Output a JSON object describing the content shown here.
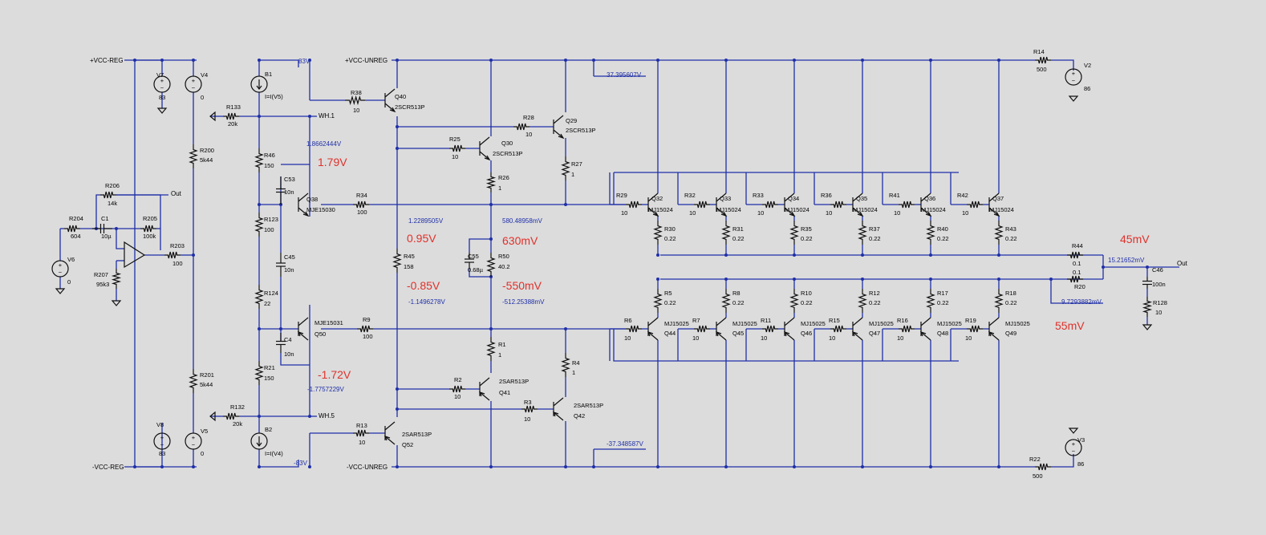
{
  "rails": {
    "vcc_reg_pos": "+VCC-REG",
    "vcc_reg_neg": "-VCC-REG",
    "vcc_unreg_pos": "+VCC-UNREG",
    "vcc_unreg_neg": "-VCC-UNREG",
    "out1": "Out",
    "out2": "Out",
    "wh1": "WH.1",
    "wh5": "WH.5"
  },
  "node_voltages": {
    "v83": "83V",
    "vm83": "-83V",
    "n1": "37.395607V",
    "n2": "-37.348587V",
    "n3": "1.8662444V",
    "n4": "1.2289505V",
    "n5": "580.48958mV",
    "n6": "-1.1496278V",
    "n7": "-512.25388mV",
    "n8": "-1.7757229V",
    "n9": "15.21652mV",
    "n10": "9.7293882mV"
  },
  "annotations": {
    "a1": "1.79V",
    "a2": "0.95V",
    "a3": "630mV",
    "a4": "-0.85V",
    "a5": "-550mV",
    "a6": "-1.72V",
    "a7": "45mV",
    "a8": "55mV"
  },
  "sources": {
    "V7": {
      "name": "V7",
      "value": "83"
    },
    "V4": {
      "name": "V4",
      "value": "0"
    },
    "V8": {
      "name": "V8",
      "value": "83"
    },
    "V5": {
      "name": "V5",
      "value": "0"
    },
    "V6": {
      "name": "V6",
      "value": "0"
    },
    "V2": {
      "name": "V2",
      "value": "86"
    },
    "V3": {
      "name": "V3",
      "value": "86"
    },
    "B1": {
      "name": "B1",
      "value": "I=I(V5)"
    },
    "B2": {
      "name": "B2",
      "value": "I=I(V4)"
    }
  },
  "resistors": {
    "R133": {
      "name": "R133",
      "value": "20k"
    },
    "R132": {
      "name": "R132",
      "value": "20k"
    },
    "R200": {
      "name": "R200",
      "value": "5k44"
    },
    "R201": {
      "name": "R201",
      "value": "5k44"
    },
    "R206": {
      "name": "R206",
      "value": "14k"
    },
    "R204": {
      "name": "R204",
      "value": "604"
    },
    "R205": {
      "name": "R205",
      "value": "100k"
    },
    "R203": {
      "name": "R203",
      "value": "100"
    },
    "R207": {
      "name": "R207",
      "value": "95k3"
    },
    "R46": {
      "name": "R46",
      "value": "150"
    },
    "R123": {
      "name": "R123",
      "value": "100"
    },
    "R124": {
      "name": "R124",
      "value": "22"
    },
    "R21": {
      "name": "R21",
      "value": "150"
    },
    "R38": {
      "name": "R38",
      "value": "10"
    },
    "R34": {
      "name": "R34",
      "value": "100"
    },
    "R9": {
      "name": "R9",
      "value": "100"
    },
    "R13": {
      "name": "R13",
      "value": "10"
    },
    "R45": {
      "name": "R45",
      "value": "158"
    },
    "R25": {
      "name": "R25",
      "value": "10"
    },
    "R28": {
      "name": "R28",
      "value": "10"
    },
    "R26": {
      "name": "R26",
      "value": "1"
    },
    "R27": {
      "name": "R27",
      "value": "1"
    },
    "R50": {
      "name": "R50",
      "value": "40.2"
    },
    "R1": {
      "name": "R1",
      "value": "1"
    },
    "R2": {
      "name": "R2",
      "value": "10"
    },
    "R3": {
      "name": "R3",
      "value": "10"
    },
    "R4": {
      "name": "R4",
      "value": "1"
    },
    "R14": {
      "name": "R14",
      "value": "500"
    },
    "R22": {
      "name": "R22",
      "value": "500"
    },
    "R44": {
      "name": "R44",
      "value": "0.1"
    },
    "R20": {
      "name": "R20",
      "value": "0.1"
    },
    "R128": {
      "name": "R128",
      "value": "10"
    }
  },
  "caps": {
    "C1": {
      "name": "C1",
      "value": "10µ"
    },
    "C53": {
      "name": "C53",
      "value": "10n"
    },
    "C45": {
      "name": "C45",
      "value": "10n"
    },
    "C4": {
      "name": "C4",
      "value": "10n"
    },
    "C55": {
      "name": "C55",
      "value": "0.68µ"
    },
    "C46": {
      "name": "C46",
      "value": "100n"
    }
  },
  "transistors": {
    "Q40": {
      "name": "Q40",
      "part": "2SCR513P"
    },
    "Q30": {
      "name": "Q30",
      "part": "2SCR513P"
    },
    "Q29": {
      "name": "Q29",
      "part": "2SCR513P"
    },
    "Q38": {
      "name": "Q38",
      "part": "MJE15030"
    },
    "Q50": {
      "name": "Q50",
      "part": "MJE15031"
    },
    "Q41": {
      "name": "Q41",
      "part": "2SAR513P"
    },
    "Q42": {
      "name": "Q42",
      "part": "2SAR513P"
    },
    "Q52": {
      "name": "Q52",
      "part": "2SAR513P"
    }
  },
  "upper_stages": [
    {
      "base_r": "R29",
      "base_val": "10",
      "q": "Q32",
      "part": "MJ15024",
      "em_r": "R30",
      "em_val": "0.22"
    },
    {
      "base_r": "R32",
      "base_val": "10",
      "q": "Q33",
      "part": "MJ15024",
      "em_r": "R31",
      "em_val": "0.22"
    },
    {
      "base_r": "R33",
      "base_val": "10",
      "q": "Q34",
      "part": "MJ15024",
      "em_r": "R35",
      "em_val": "0.22"
    },
    {
      "base_r": "R36",
      "base_val": "10",
      "q": "Q35",
      "part": "MJ15024",
      "em_r": "R37",
      "em_val": "0.22"
    },
    {
      "base_r": "R41",
      "base_val": "10",
      "q": "Q36",
      "part": "MJ15024",
      "em_r": "R40",
      "em_val": "0.22"
    },
    {
      "base_r": "R42",
      "base_val": "10",
      "q": "Q37",
      "part": "MJ15024",
      "em_r": "R43",
      "em_val": "0.22"
    }
  ],
  "lower_stages": [
    {
      "base_r": "R6",
      "base_val": "10",
      "q": "Q44",
      "part": "MJ15025",
      "em_r": "R5",
      "em_val": "0.22"
    },
    {
      "base_r": "R7",
      "base_val": "10",
      "q": "Q45",
      "part": "MJ15025",
      "em_r": "R8",
      "em_val": "0.22"
    },
    {
      "base_r": "R11",
      "base_val": "10",
      "q": "Q46",
      "part": "MJ15025",
      "em_r": "R10",
      "em_val": "0.22"
    },
    {
      "base_r": "R15",
      "base_val": "10",
      "q": "Q47",
      "part": "MJ15025",
      "em_r": "R12",
      "em_val": "0.22"
    },
    {
      "base_r": "R16",
      "base_val": "10",
      "q": "Q48",
      "part": "MJ15025",
      "em_r": "R17",
      "em_val": "0.22"
    },
    {
      "base_r": "R19",
      "base_val": "10",
      "q": "Q49",
      "part": "MJ15025",
      "em_r": "R18",
      "em_val": "0.22"
    }
  ]
}
